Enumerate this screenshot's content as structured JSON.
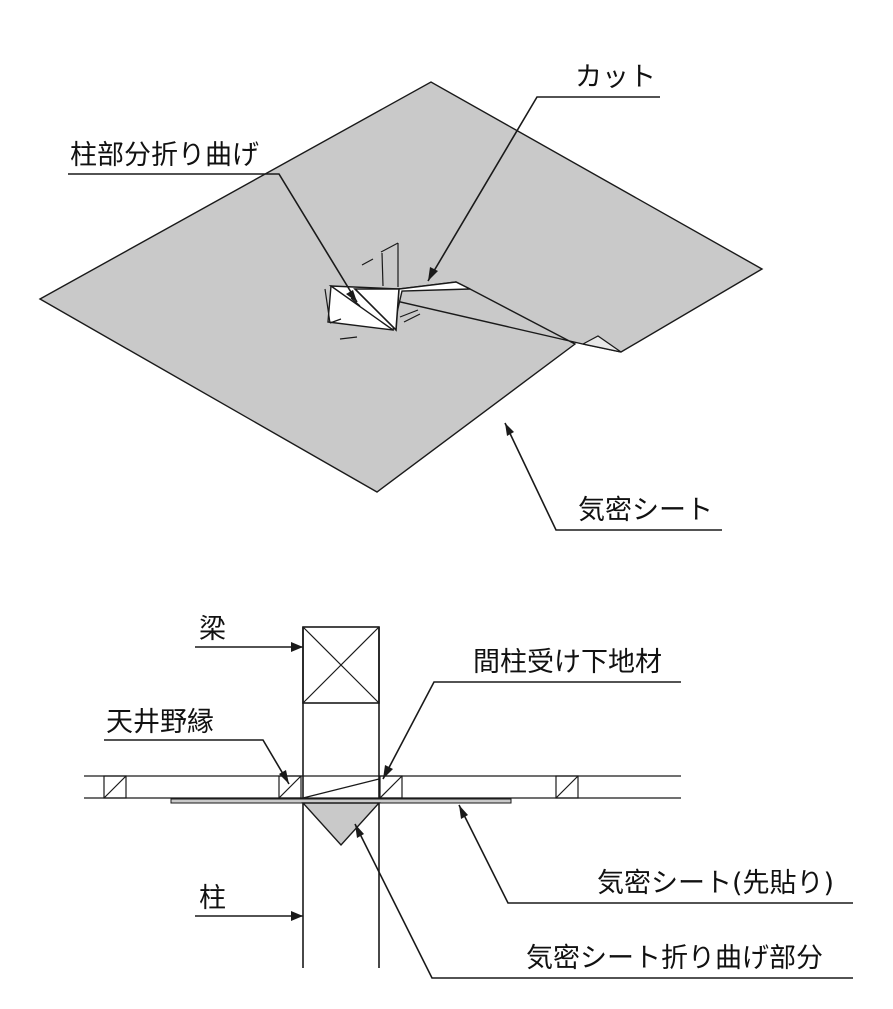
{
  "colors": {
    "sheet_fill": "#c9c9c9",
    "line": "#1a1a1a",
    "background": "#ffffff"
  },
  "top_view": {
    "labels": {
      "cut": "カット",
      "column_fold": "柱部分折り曲げ",
      "airtight_sheet": "気密シート"
    }
  },
  "section_view": {
    "labels": {
      "beam": "梁",
      "stud_base": "間柱受け下地材",
      "ceiling_joist": "天井野縁",
      "airtight_sheet_pre": "気密シート(先貼り)",
      "column": "柱",
      "sheet_fold_part": "気密シート折り曲げ部分"
    }
  }
}
